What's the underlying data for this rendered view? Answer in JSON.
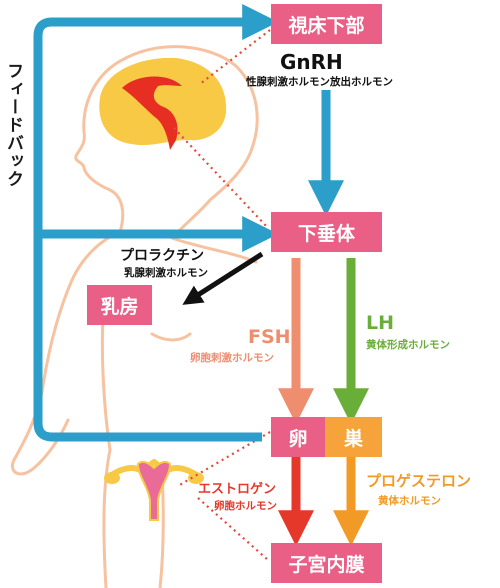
{
  "organs": {
    "hypothalamus": "視床下部",
    "pituitary": "下垂体",
    "breast": "乳房",
    "ovary_left": "卵",
    "ovary_right": "巣",
    "endometrium": "子宮内膜"
  },
  "hormones": {
    "gnrh": "GnRH",
    "gnrh_sub": "性腺刺激ホルモン放出ホルモン",
    "prolactin": "プロラクチン",
    "prolactin_sub": "乳腺刺激ホルモン",
    "fsh": "FSH",
    "fsh_sub": "卵胞刺激ホルモン",
    "lh": "LH",
    "lh_sub": "黄体形成ホルモン",
    "estrogen": "エストロゲン",
    "estrogen_sub": "卵胞ホルモン",
    "progesterone": "プロゲステロン",
    "progesterone_sub": "黄体ホルモン"
  },
  "feedback": "フィードバック",
  "colors": {
    "organ_box": "#e95f86",
    "ovary_right_box": "#f5a33a",
    "feedback_arrow": "#2b9ec9",
    "fsh": "#ef8e6f",
    "lh": "#6aae3a",
    "estrogen": "#e6382a",
    "progesterone": "#f29a26",
    "prolactin_arrow": "#111111",
    "body_outline": "#f6c2a0",
    "brain": "#f7c944",
    "brain_core": "#e62e22",
    "dotted_link": "#e04a3a"
  }
}
